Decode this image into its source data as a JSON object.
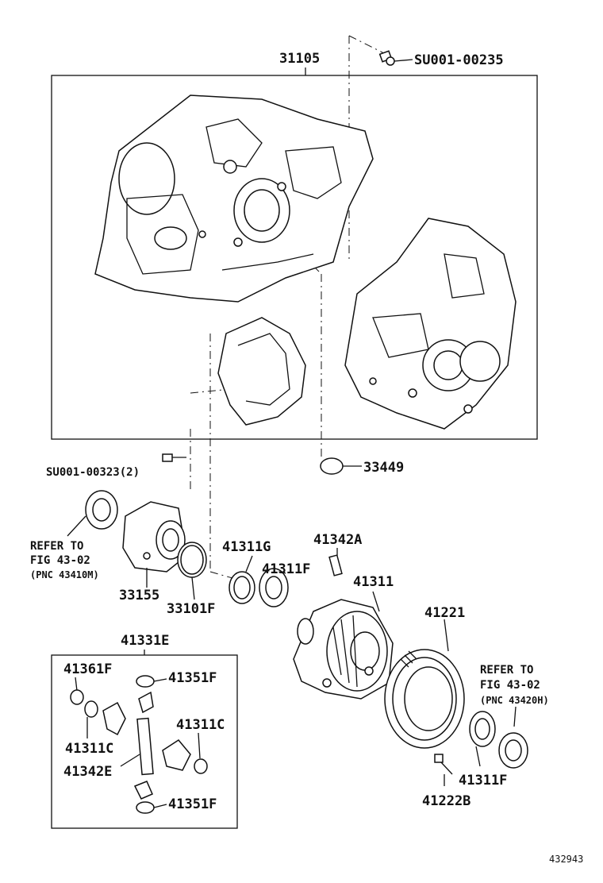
{
  "labels": {
    "p31105": "31105",
    "su235": "SU001-00235",
    "su323": "SU001-00323(2)",
    "p33449": "33449",
    "refer1_l1": "REFER TO",
    "refer1_l2": "FIG 43-02",
    "refer1_l3": "(PNC 43410M)",
    "p33155": "33155",
    "p33101F": "33101F",
    "p41311G": "41311G",
    "p41342A": "41342A",
    "p41311F_a": "41311F",
    "p41311": "41311",
    "p41221": "41221",
    "p41331E": "41331E",
    "p41361F": "41361F",
    "p41351F_a": "41351F",
    "p41311C_a": "41311C",
    "p41311C_b": "41311C",
    "p41342E": "41342E",
    "p41351F_b": "41351F",
    "refer2_l1": "REFER TO",
    "refer2_l2": "FIG 43-02",
    "refer2_l3": "(PNC 43420H)",
    "p41311F_b": "41311F",
    "p41222B": "41222B",
    "fig_no": "432943"
  }
}
